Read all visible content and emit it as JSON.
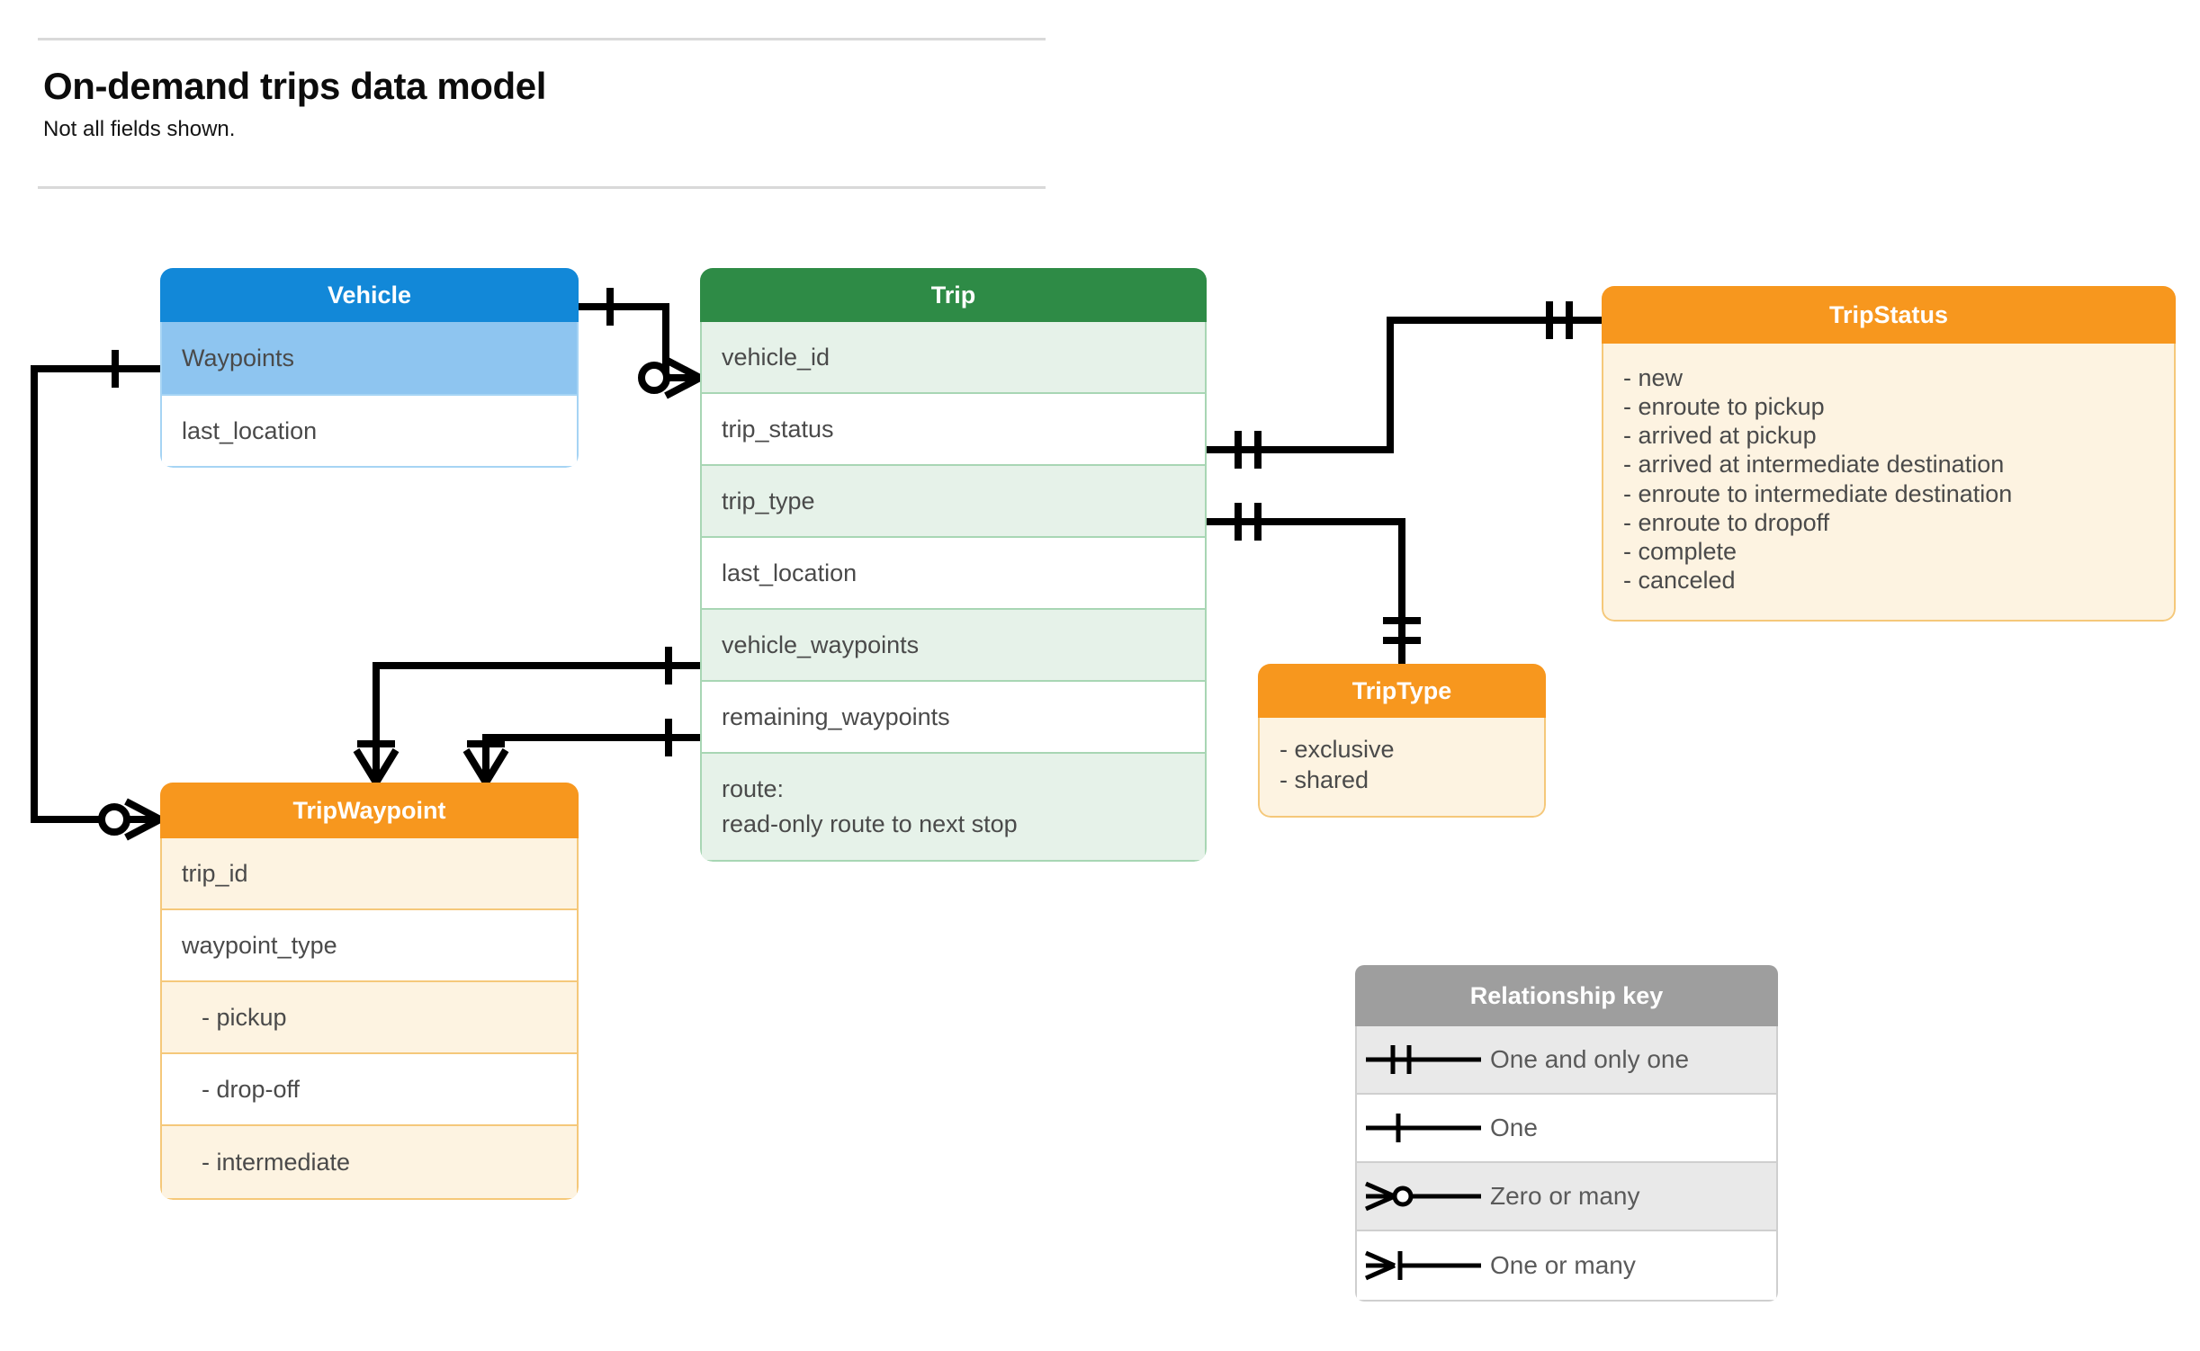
{
  "header": {
    "title": "On-demand trips data model",
    "subtitle": "Not all fields shown."
  },
  "colors": {
    "vehicle": "#1288d8",
    "vehicle_row": "#8ec5f0",
    "trip": "#2e8b46",
    "trip_row": "#e6f2e9",
    "orange": "#f7971e",
    "orange_row": "#fdf3e1",
    "legend_header": "#9e9e9e",
    "legend_row": "#e9e9e9",
    "line": "#000000",
    "rule": "#d9d9d9",
    "text": "#4a4a4a"
  },
  "entities": {
    "vehicle": {
      "title": "Vehicle",
      "fields": [
        {
          "label": "Waypoints"
        },
        {
          "label": "last_location"
        }
      ]
    },
    "trip": {
      "title": "Trip",
      "fields": [
        {
          "label": "vehicle_id"
        },
        {
          "label": "trip_status"
        },
        {
          "label": "trip_type"
        },
        {
          "label": "last_location"
        },
        {
          "label": "vehicle_waypoints"
        },
        {
          "label": "remaining_waypoints"
        },
        {
          "label": "route:",
          "label2": "read-only route to next stop"
        }
      ]
    },
    "tripstatus": {
      "title": "TripStatus",
      "values": [
        "- new",
        "- enroute to pickup",
        "- arrived at pickup",
        "- arrived at intermediate destination",
        "- enroute to intermediate destination",
        "- enroute to dropoff",
        "- complete",
        "- canceled"
      ]
    },
    "triptype": {
      "title": "TripType",
      "values": [
        "- exclusive",
        "- shared"
      ]
    },
    "tripwaypoint": {
      "title": "TripWaypoint",
      "fields": [
        {
          "label": "trip_id"
        },
        {
          "label": "waypoint_type"
        },
        {
          "label": "-  pickup"
        },
        {
          "label": "-  drop-off"
        },
        {
          "label": "-  intermediate"
        }
      ]
    }
  },
  "legend": {
    "title": "Relationship key",
    "rows": [
      {
        "symbol": "one-and-only-one-icon",
        "label": "One and only one"
      },
      {
        "symbol": "one-icon",
        "label": "One"
      },
      {
        "symbol": "zero-or-many-icon",
        "label": "Zero or many"
      },
      {
        "symbol": "one-or-many-icon",
        "label": "One or many"
      }
    ]
  },
  "relationships": [
    {
      "from": "Vehicle",
      "from_cardinality": "one",
      "to": "Trip.vehicle_id",
      "to_cardinality": "zero or many"
    },
    {
      "from": "Vehicle.Waypoints",
      "from_cardinality": "one",
      "to": "TripWaypoint",
      "to_cardinality": "zero or many"
    },
    {
      "from": "Trip.trip_status",
      "from_cardinality": "one and only one",
      "to": "TripStatus",
      "to_cardinality": "one and only one"
    },
    {
      "from": "Trip.trip_type",
      "from_cardinality": "one and only one",
      "to": "TripType",
      "to_cardinality": "one and only one"
    },
    {
      "from": "Trip.vehicle_waypoints",
      "from_cardinality": "one",
      "to": "TripWaypoint",
      "to_cardinality": "one or many"
    },
    {
      "from": "Trip.remaining_waypoints",
      "from_cardinality": "one",
      "to": "TripWaypoint",
      "to_cardinality": "one or many"
    }
  ]
}
